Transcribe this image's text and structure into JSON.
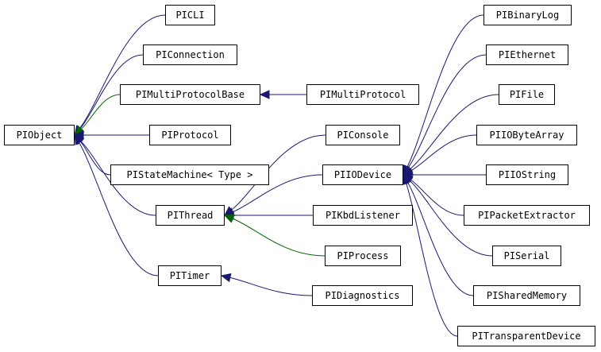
{
  "colors": {
    "public_inheritance": "#191970",
    "protected_inheritance": "#006400",
    "node_border": "#000000"
  },
  "nodes": {
    "PIObject": "PIObject",
    "PICLI": "PICLI",
    "PIConnection": "PIConnection",
    "PIMultiProtocolBase": "PIMultiProtocolBase",
    "PIMultiProtocol": "PIMultiProtocol",
    "PIProtocol": "PIProtocol",
    "PIStateMachine": "PIStateMachine< Type >",
    "PIThread": "PIThread",
    "PITimer": "PITimer",
    "PIConsole": "PIConsole",
    "PIIODevice": "PIIODevice",
    "PIKbdListener": "PIKbdListener",
    "PIProcess": "PIProcess",
    "PIDiagnostics": "PIDiagnostics",
    "PIBinaryLog": "PIBinaryLog",
    "PIEthernet": "PIEthernet",
    "PIFile": "PIFile",
    "PIIOByteArray": "PIIOByteArray",
    "PIIOString": "PIIOString",
    "PIPacketExtractor": "PIPacketExtractor",
    "PISerial": "PISerial",
    "PISharedMemory": "PISharedMemory",
    "PITransparentDevice": "PITransparentDevice"
  },
  "edges": [
    {
      "from": "PICLI",
      "to": "PIObject",
      "kind": "public"
    },
    {
      "from": "PIConnection",
      "to": "PIObject",
      "kind": "public"
    },
    {
      "from": "PIMultiProtocolBase",
      "to": "PIObject",
      "kind": "protected"
    },
    {
      "from": "PIProtocol",
      "to": "PIObject",
      "kind": "public"
    },
    {
      "from": "PIStateMachine",
      "to": "PIObject",
      "kind": "public"
    },
    {
      "from": "PIThread",
      "to": "PIObject",
      "kind": "public"
    },
    {
      "from": "PITimer",
      "to": "PIObject",
      "kind": "public"
    },
    {
      "from": "PIMultiProtocol",
      "to": "PIMultiProtocolBase",
      "kind": "public"
    },
    {
      "from": "PIConsole",
      "to": "PIThread",
      "kind": "public"
    },
    {
      "from": "PIIODevice",
      "to": "PIThread",
      "kind": "public"
    },
    {
      "from": "PIKbdListener",
      "to": "PIThread",
      "kind": "public"
    },
    {
      "from": "PIProcess",
      "to": "PIThread",
      "kind": "protected"
    },
    {
      "from": "PIDiagnostics",
      "to": "PITimer",
      "kind": "public"
    },
    {
      "from": "PIBinaryLog",
      "to": "PIIODevice",
      "kind": "public"
    },
    {
      "from": "PIEthernet",
      "to": "PIIODevice",
      "kind": "public"
    },
    {
      "from": "PIFile",
      "to": "PIIODevice",
      "kind": "public"
    },
    {
      "from": "PIIOByteArray",
      "to": "PIIODevice",
      "kind": "public"
    },
    {
      "from": "PIIOString",
      "to": "PIIODevice",
      "kind": "public"
    },
    {
      "from": "PIPacketExtractor",
      "to": "PIIODevice",
      "kind": "public"
    },
    {
      "from": "PISerial",
      "to": "PIIODevice",
      "kind": "public"
    },
    {
      "from": "PISharedMemory",
      "to": "PIIODevice",
      "kind": "public"
    },
    {
      "from": "PITransparentDevice",
      "to": "PIIODevice",
      "kind": "public"
    }
  ]
}
